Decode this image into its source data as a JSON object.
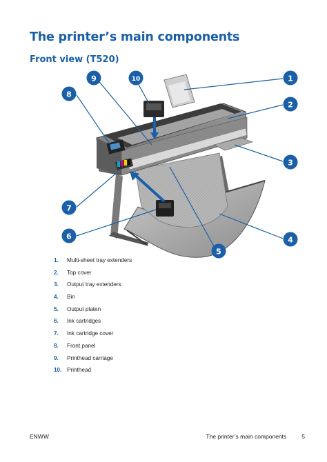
{
  "page": {
    "title": "The printer’s main components",
    "subtitle": "Front view (T520)"
  },
  "figure": {
    "callouts": [
      "1",
      "2",
      "3",
      "4",
      "5",
      "6",
      "7",
      "8",
      "9",
      "10"
    ],
    "accent_color": "#1a5fa8",
    "icons": [
      "printer-illustration"
    ]
  },
  "components": [
    {
      "num": "1.",
      "label": "Multi-sheet tray extenders"
    },
    {
      "num": "2.",
      "label": "Top cover"
    },
    {
      "num": "3.",
      "label": "Output tray extenders"
    },
    {
      "num": "4.",
      "label": "Bin"
    },
    {
      "num": "5.",
      "label": "Output platen"
    },
    {
      "num": "6.",
      "label": "Ink cartridges"
    },
    {
      "num": "7.",
      "label": "Ink cartridge cover"
    },
    {
      "num": "8.",
      "label": "Front panel"
    },
    {
      "num": "9.",
      "label": "Printhead carriage"
    },
    {
      "num": "10.",
      "label": "Printhead"
    }
  ],
  "footer": {
    "left": "ENWW",
    "section": "The printer’s main components",
    "page_number": "5"
  }
}
